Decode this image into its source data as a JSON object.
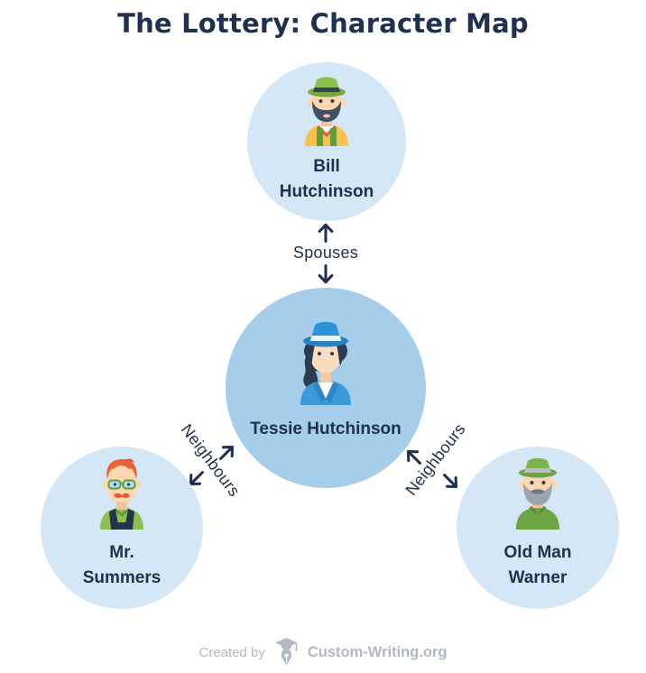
{
  "title": "The Lottery: Character Map",
  "nodes": {
    "bill": {
      "name": "Bill Hutchinson",
      "line1": "Bill",
      "line2": "Hutchinson",
      "avatar": "farmer-man-green-hat"
    },
    "tessie": {
      "name": "Tessie Hutchinson",
      "avatar": "woman-blue-hat"
    },
    "summers": {
      "name": "Mr. Summers",
      "line1": "Mr.",
      "line2": "Summers",
      "avatar": "red-haired-man-glasses"
    },
    "warner": {
      "name": "Old Man Warner",
      "line1": "Old Man",
      "line2": "Warner",
      "avatar": "old-man-gray-beard-green-hat"
    }
  },
  "edges": {
    "spouses": {
      "label": "Spouses",
      "between": [
        "Bill Hutchinson",
        "Tessie Hutchinson"
      ]
    },
    "neighbours_left": {
      "label": "Neighbours",
      "between": [
        "Tessie Hutchinson",
        "Mr. Summers"
      ]
    },
    "neighbours_right": {
      "label": "Neighbours",
      "between": [
        "Tessie Hutchinson",
        "Old Man Warner"
      ]
    }
  },
  "footer": {
    "created_by": "Created by",
    "brand": "Custom-Writing.org",
    "logo": "graduation-cap-pen-nib"
  },
  "colors": {
    "navy": "#20304F",
    "outer_circle": "#D4E7F6",
    "center_circle": "#A6CEEB",
    "footer_gray": "#B2B9C4"
  }
}
